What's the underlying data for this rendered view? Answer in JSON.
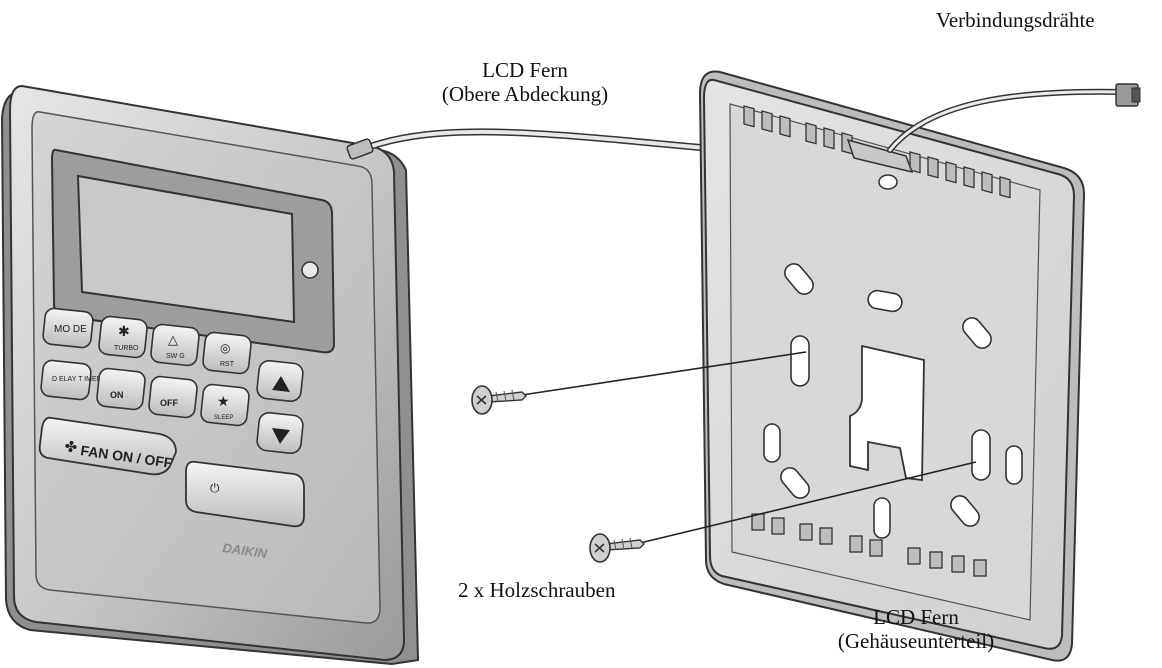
{
  "labels": {
    "top_cover_line1": "LCD Fern",
    "top_cover_line2": "(Obere Abdeckung)",
    "wires": "Verbindungsdrähte",
    "screws": "2 x Holzschrauben",
    "base_line1": "LCD Fern",
    "base_line2": "(Gehäuseunterteil)"
  },
  "remote": {
    "buttons": {
      "mode": "MO DE",
      "turbo": "TURBO",
      "swing": "SW G",
      "reset": "RST",
      "delay_timer": "D ELAY T IMER",
      "timer_on": "ON",
      "timer_off": "OFF",
      "sleep": "SLEEP",
      "fan": "FAN ON / OFF"
    },
    "brand": "DAIKIN"
  }
}
